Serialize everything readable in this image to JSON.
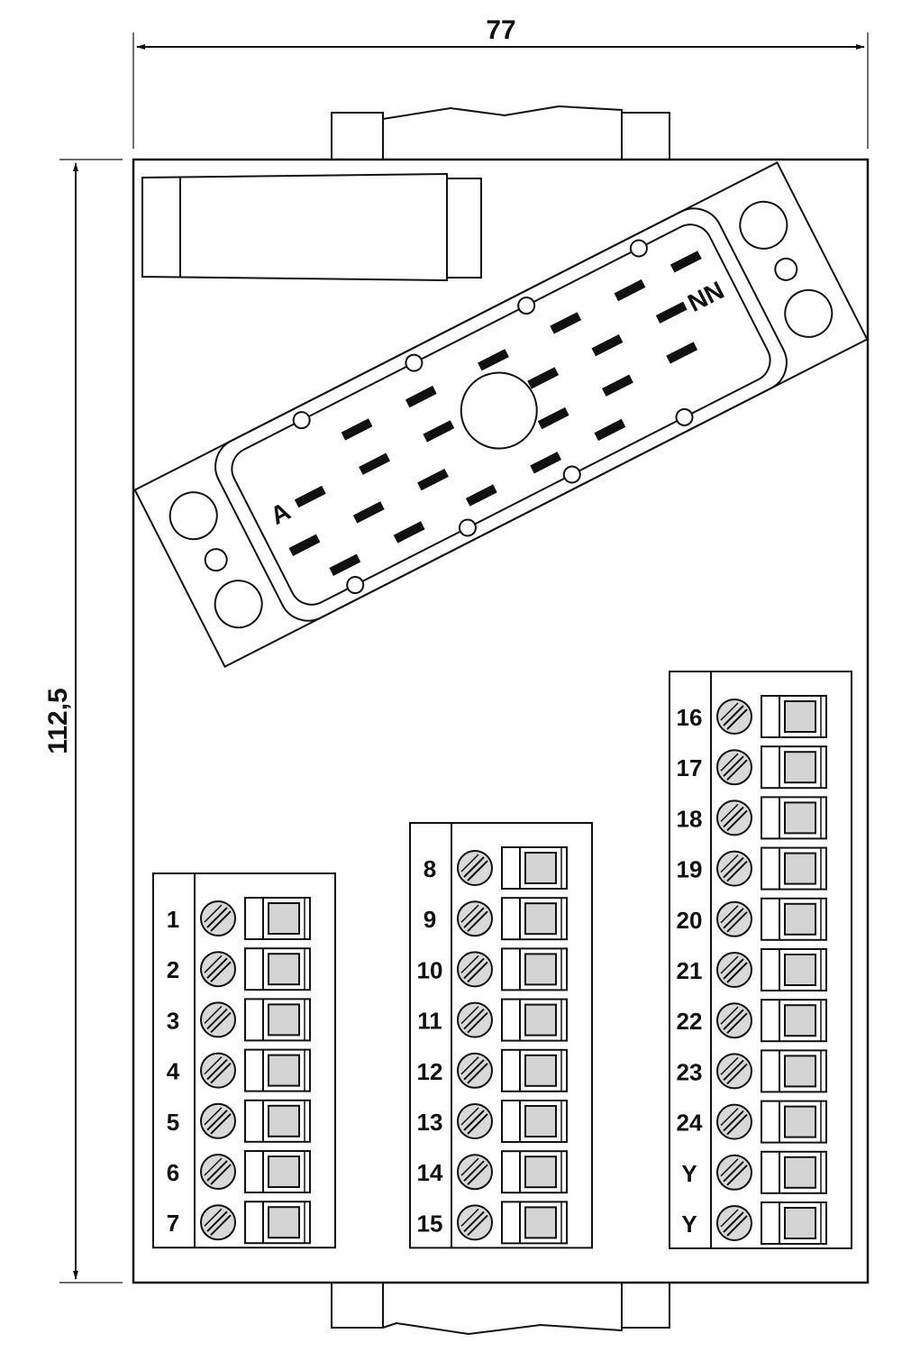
{
  "dimensions": {
    "width_label": "77",
    "height_label": "112,5"
  },
  "connector": {
    "label_start": "A",
    "label_end": "NN"
  },
  "terminal_blocks": [
    {
      "labels": [
        "1",
        "2",
        "3",
        "4",
        "5",
        "6",
        "7"
      ]
    },
    {
      "labels": [
        "8",
        "9",
        "10",
        "11",
        "12",
        "13",
        "14",
        "15"
      ]
    },
    {
      "labels": [
        "16",
        "17",
        "18",
        "19",
        "20",
        "21",
        "22",
        "23",
        "24",
        "Y",
        "Y"
      ]
    }
  ],
  "colors": {
    "line": "#111111",
    "screw_fill": "#d9d9d9",
    "clamp_fill": "#d4d4d4"
  }
}
